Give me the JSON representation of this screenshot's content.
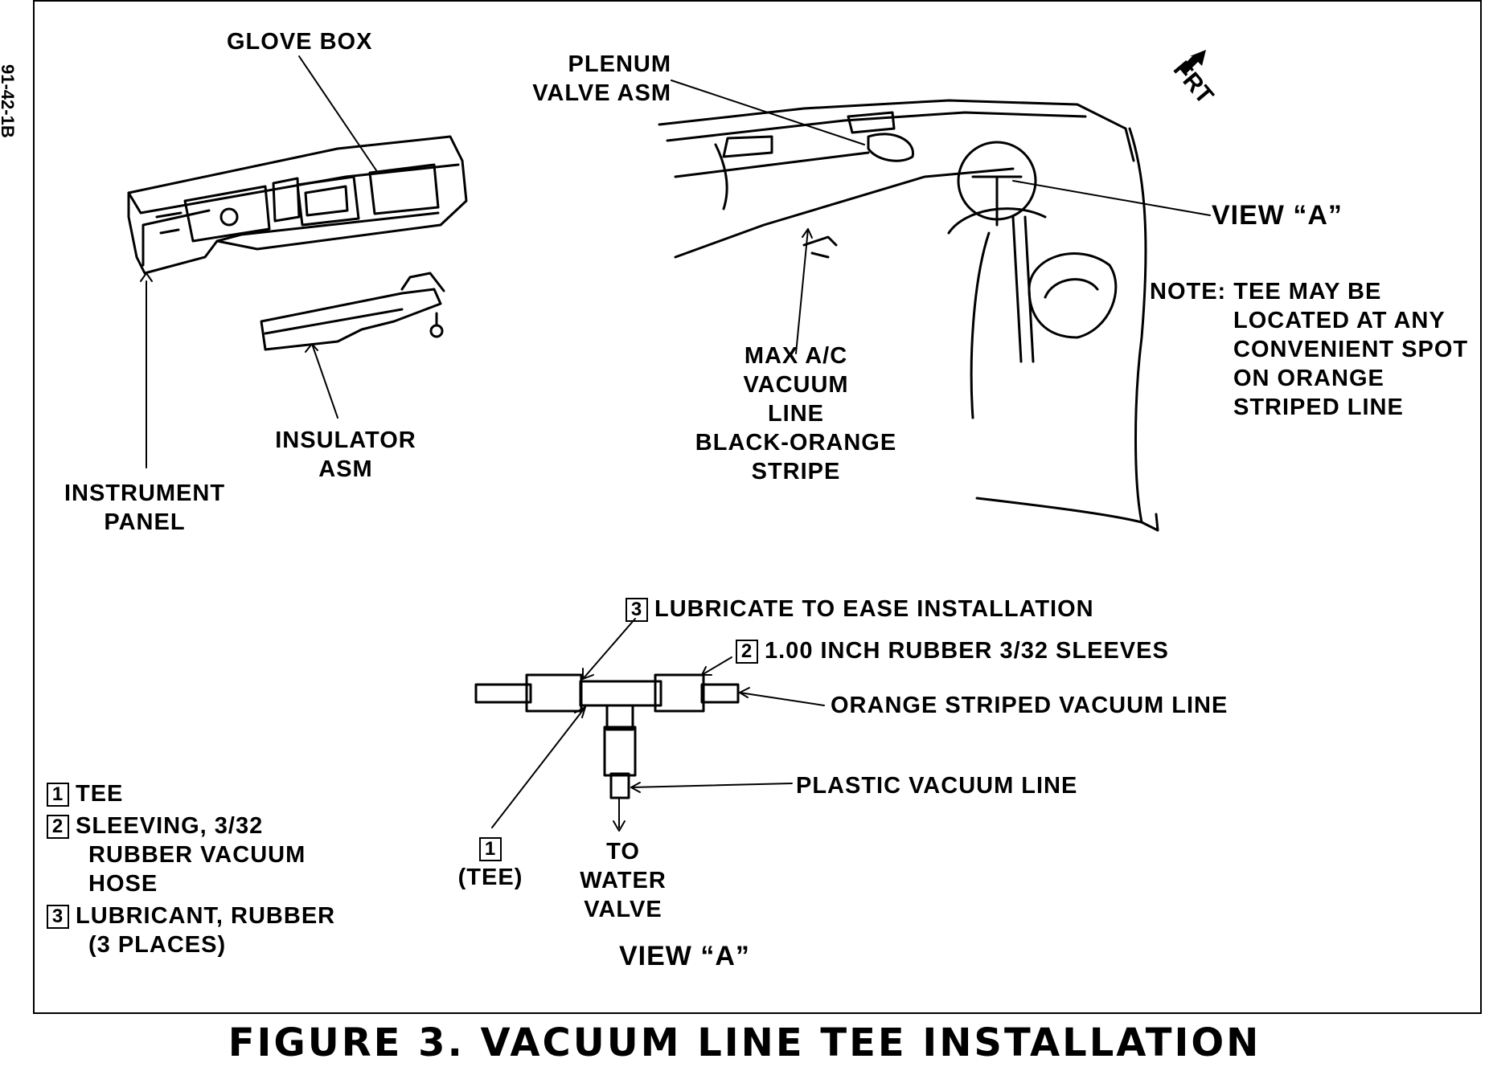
{
  "side_code": "91-42-1B",
  "figure_title": "FIGURE 3. VACUUM LINE TEE INSTALLATION",
  "orientation_mark": "FRT",
  "labels": {
    "glove_box": "GLOVE BOX",
    "instrument_panel": [
      "INSTRUMENT",
      "PANEL"
    ],
    "insulator_asm": [
      "INSULATOR",
      "ASM"
    ],
    "plenum_valve_asm": [
      "PLENUM",
      "VALVE ASM"
    ],
    "max_ac_line": [
      "MAX A/C",
      "VACUUM",
      "LINE",
      "BLACK-ORANGE",
      "STRIPE"
    ],
    "view_a_callout": "VIEW “A”",
    "note": [
      "NOTE: TEE MAY BE",
      "LOCATED AT ANY",
      "CONVENIENT SPOT",
      "ON ORANGE",
      "STRIPED LINE"
    ]
  },
  "detail": {
    "lubricate": {
      "num": "3",
      "text": "LUBRICATE TO EASE INSTALLATION"
    },
    "sleeves": {
      "num": "2",
      "text": "1.00 INCH RUBBER 3/32 SLEEVES"
    },
    "orange_line": "ORANGE STRIPED VACUUM LINE",
    "plastic_line": "PLASTIC VACUUM LINE",
    "tee": {
      "num": "1",
      "text": "(TEE)"
    },
    "to_water_valve": [
      "TO",
      "WATER",
      "VALVE"
    ],
    "view_title": "VIEW “A”"
  },
  "legend": [
    {
      "num": "1",
      "lines": [
        "TEE"
      ]
    },
    {
      "num": "2",
      "lines": [
        "SLEEVING, 3/32",
        "RUBBER VACUUM",
        "HOSE"
      ]
    },
    {
      "num": "3",
      "lines": [
        "LUBRICANT, RUBBER",
        "(3 PLACES)"
      ]
    }
  ]
}
